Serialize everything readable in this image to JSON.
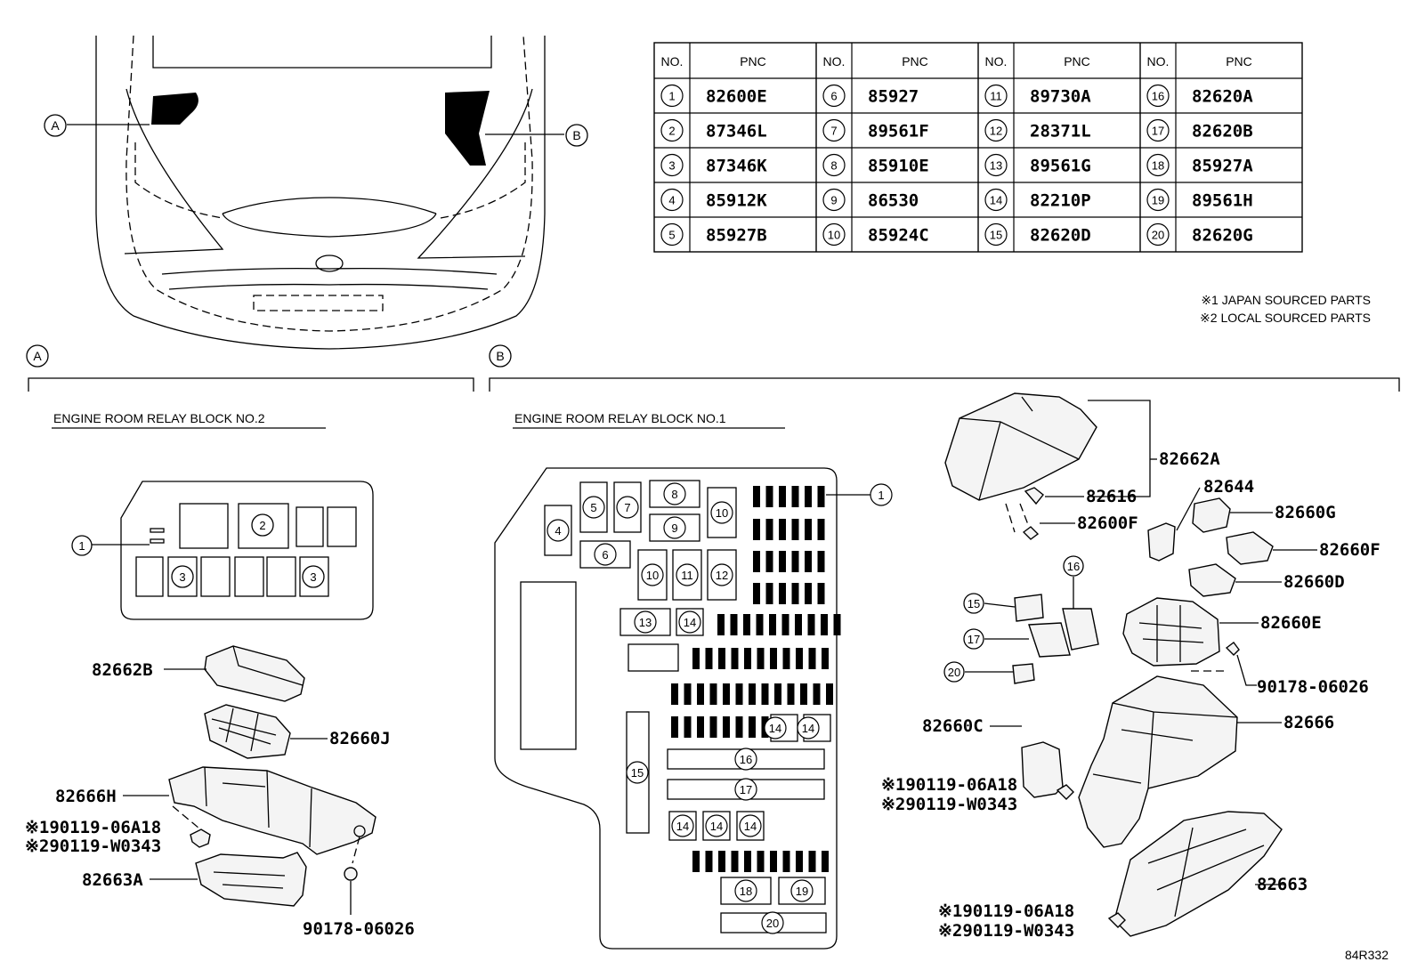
{
  "table": {
    "headers": {
      "no": "NO.",
      "pnc": "PNC"
    },
    "rows": [
      [
        {
          "no": "1",
          "pnc": "82600E"
        },
        {
          "no": "6",
          "pnc": "85927"
        },
        {
          "no": "11",
          "pnc": "89730A"
        },
        {
          "no": "16",
          "pnc": "82620A"
        }
      ],
      [
        {
          "no": "2",
          "pnc": "87346L"
        },
        {
          "no": "7",
          "pnc": "89561F"
        },
        {
          "no": "12",
          "pnc": "28371L"
        },
        {
          "no": "17",
          "pnc": "82620B"
        }
      ],
      [
        {
          "no": "3",
          "pnc": "87346K"
        },
        {
          "no": "8",
          "pnc": "85910E"
        },
        {
          "no": "13",
          "pnc": "89561G"
        },
        {
          "no": "18",
          "pnc": "85927A"
        }
      ],
      [
        {
          "no": "4",
          "pnc": "85912K"
        },
        {
          "no": "9",
          "pnc": "86530"
        },
        {
          "no": "14",
          "pnc": "82210P"
        },
        {
          "no": "19",
          "pnc": "89561H"
        }
      ],
      [
        {
          "no": "5",
          "pnc": "85927B"
        },
        {
          "no": "10",
          "pnc": "85924C"
        },
        {
          "no": "15",
          "pnc": "82620D"
        },
        {
          "no": "20",
          "pnc": "82620G"
        }
      ]
    ]
  },
  "notes": {
    "note1": "※1 JAPAN SOURCED PARTS",
    "note2": "※2 LOCAL SOURCED PARTS"
  },
  "locators": {
    "a": "A",
    "b": "B"
  },
  "sections": {
    "a_title": "ENGINE ROOM RELAY BLOCK NO.2",
    "b_title": "ENGINE ROOM RELAY BLOCK NO.1"
  },
  "block2_refs": {
    "r1": "1",
    "r2": "2",
    "r3a": "3",
    "r3b": "3"
  },
  "block1_refs": {
    "r1": "1",
    "r4": "4",
    "r5": "5",
    "r6": "6",
    "r7": "7",
    "r8": "8",
    "r9": "9",
    "r10a": "10",
    "r10b": "10",
    "r11": "11",
    "r12": "12",
    "r13": "13",
    "r14a": "14",
    "r14b": "14",
    "r14c": "14",
    "r14d": "14",
    "r14e": "14",
    "r14f": "14",
    "r15": "15",
    "r16": "16",
    "r17": "17",
    "r18": "18",
    "r19": "19",
    "r20": "20"
  },
  "parts_a": {
    "p82662B": "82662B",
    "p82660J": "82660J",
    "p82666H": "82666H",
    "bolt1": "※190119-06A18",
    "bolt2": "※290119-W0343",
    "p82663A": "82663A",
    "p90178": "90178-06026"
  },
  "parts_b": {
    "p82662A": "82662A",
    "p82616": "82616",
    "p82600F": "82600F",
    "p82644": "82644",
    "p82660G": "82660G",
    "p82660F": "82660F",
    "p82660D": "82660D",
    "p82660E": "82660E",
    "p90178": "90178-06026",
    "p82666": "82666",
    "p82660C": "82660C",
    "bolt1a": "※190119-06A18",
    "bolt2a": "※290119-W0343",
    "p82663": "82663",
    "bolt1b": "※190119-06A18",
    "bolt2b": "※290119-W0343",
    "r15": "15",
    "r16": "16",
    "r17": "17",
    "r20": "20"
  },
  "illustration_code": "84R332"
}
